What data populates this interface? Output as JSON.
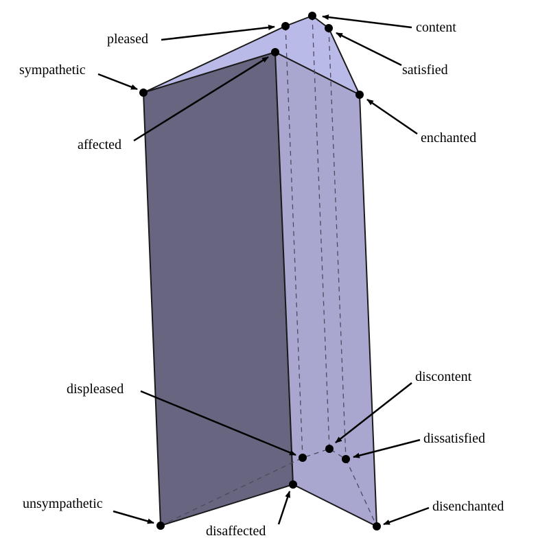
{
  "colors": {
    "left_face": "#676580",
    "right_face": "#a9a7cf",
    "top_face": "#babae8",
    "edge": "#1a1a1a",
    "dashed": "#4a4a60"
  },
  "labels": {
    "pleased": "pleased",
    "content": "content",
    "sympathetic": "sympathetic",
    "satisfied": "satisfied",
    "affected": "affected",
    "enchanted": "enchanted",
    "displeased": "displeased",
    "discontent": "discontent",
    "dissatisfied": "dissatisfied",
    "unsympathetic": "unsympathetic",
    "disaffected": "disaffected",
    "disenchanted": "disenchanted"
  }
}
